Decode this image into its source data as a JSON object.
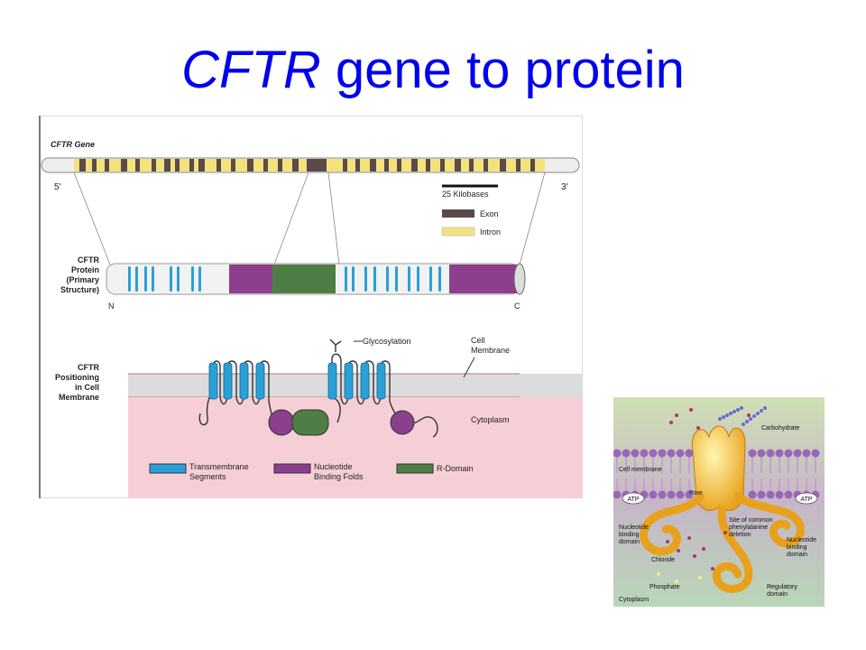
{
  "title": {
    "italic": "CFTR",
    "rest": " gene to protein"
  },
  "main_figure": {
    "gene_label": "CFTR Gene",
    "five_prime": "5′",
    "three_prime": "3′",
    "scale_label": "25 Kilobases",
    "legend_exon": "Exon",
    "legend_intron": "Intron",
    "protein_label": [
      "CFTR",
      "Protein",
      "(Primary",
      "Structure)"
    ],
    "n_terminus": "N",
    "c_terminus": "C",
    "positioning_label": [
      "CFTR",
      "Positioning",
      "in Cell",
      "Membrane"
    ],
    "glycosylation": "Glycosylation",
    "cell_membrane": [
      "Cell",
      "Membrane"
    ],
    "cytoplasm": "Cytoplasm",
    "legend_tm": [
      "Transmembrane",
      "Segments"
    ],
    "legend_nbf": [
      "Nucleotide",
      "Binding Folds"
    ],
    "legend_r": "R-Domain",
    "colors": {
      "exon": "#5a4a4a",
      "intron": "#f4e27a",
      "tm": "#2aa0d8",
      "nbf": "#8c3f8c",
      "rdomain": "#4e7d45",
      "cytoplasm": "#f6cfd6",
      "membrane": "#dcdcdc"
    }
  },
  "inset_figure": {
    "carbohydrate": "Carbohydrate",
    "cell_membrane": "Cell membrane",
    "pore": "Pore",
    "atp_left": "ATP",
    "atp_right": "ATP",
    "nbd_left": [
      "Nucleotide",
      "binding",
      "domain"
    ],
    "nbd_right": [
      "Nucleotide",
      "binding",
      "domain"
    ],
    "deletion_site": [
      "Site of common",
      "phenylalanine",
      "deletion"
    ],
    "chloride": "Chloride",
    "phosphate": "Phosphate",
    "regulatory": [
      "Regulatory",
      "domain"
    ],
    "cytoplasm": "Cytoplasm"
  }
}
